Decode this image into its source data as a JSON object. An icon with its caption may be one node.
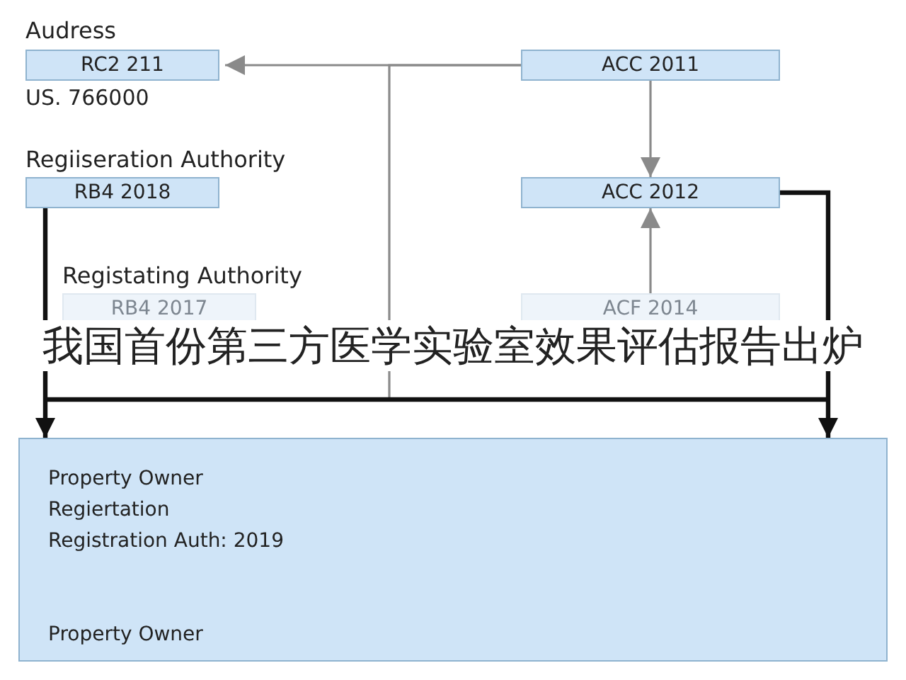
{
  "diagram": {
    "caption": "我国首份第三方医学实验室效果评估报告出炉",
    "nodes": [
      {
        "text": [
          "Audress",
          "RC2 211"
        ],
        "beside": [
          "US. 766000"
        ]
      },
      {
        "text": [
          "Regiiseration Authority",
          "RB4 2018"
        ]
      },
      {
        "text": [
          "Registating Authority",
          "RB4 2017"
        ]
      },
      {
        "text": [
          "ACC 2011"
        ]
      },
      {
        "text": [
          "ACC 2012"
        ]
      },
      {
        "text": [
          "ACF 2014"
        ]
      },
      {
        "text": [
          "Property Owner",
          "Regiertation",
          "Registration Auth: 2019",
          "Property Owner"
        ]
      }
    ],
    "edges": [
      {
        "from": 3,
        "to": 0,
        "arrow": "to"
      },
      {
        "from": 3,
        "to": 4,
        "arrow": "to"
      },
      {
        "from": 5,
        "to": 4,
        "arrow": "to"
      },
      {
        "from": 1,
        "to": 6,
        "arrow": "to",
        "style": "thick",
        "color": "#111111"
      },
      {
        "from": 4,
        "to": 6,
        "arrow": "to",
        "style": "thick",
        "color": "#111111"
      },
      {
        "from": 3,
        "to": 6,
        "arrow": "none"
      }
    ]
  }
}
